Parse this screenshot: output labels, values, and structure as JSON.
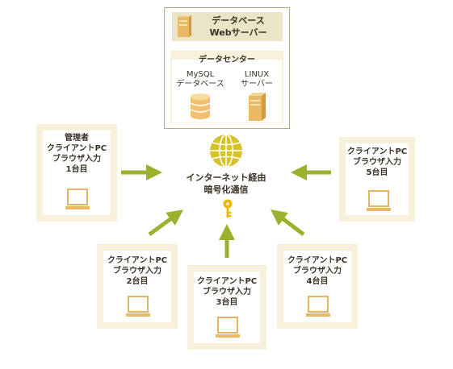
{
  "server": {
    "title_line1": "データベース",
    "title_line2": "Webサーバー",
    "datacenter_label": "データセンター",
    "db_label_line1": "MySQL",
    "db_label_line2": "データベース",
    "linux_label_line1": "LINUX",
    "linux_label_line2": "サーバー"
  },
  "center": {
    "line1": "インターネット経由",
    "line2": "暗号化通信"
  },
  "clients": [
    {
      "line0": "管理者",
      "line1": "クライアントPC",
      "line2": "ブラウザ入力",
      "line3": "1台目"
    },
    {
      "line1": "クライアントPC",
      "line2": "ブラウザ入力",
      "line3": "2台目"
    },
    {
      "line1": "クライアントPC",
      "line2": "ブラウザ入力",
      "line3": "3台目"
    },
    {
      "line1": "クライアントPC",
      "line2": "ブラウザ入力",
      "line3": "4台目"
    },
    {
      "line1": "クライアントPC",
      "line2": "ブラウザ入力",
      "line3": "5台目"
    }
  ],
  "colors": {
    "arrow": "#9bb22e",
    "globe": "#d6c32a",
    "key": "#f0b800",
    "frame": "#f7f1dc",
    "icon": "#f0d49a"
  }
}
